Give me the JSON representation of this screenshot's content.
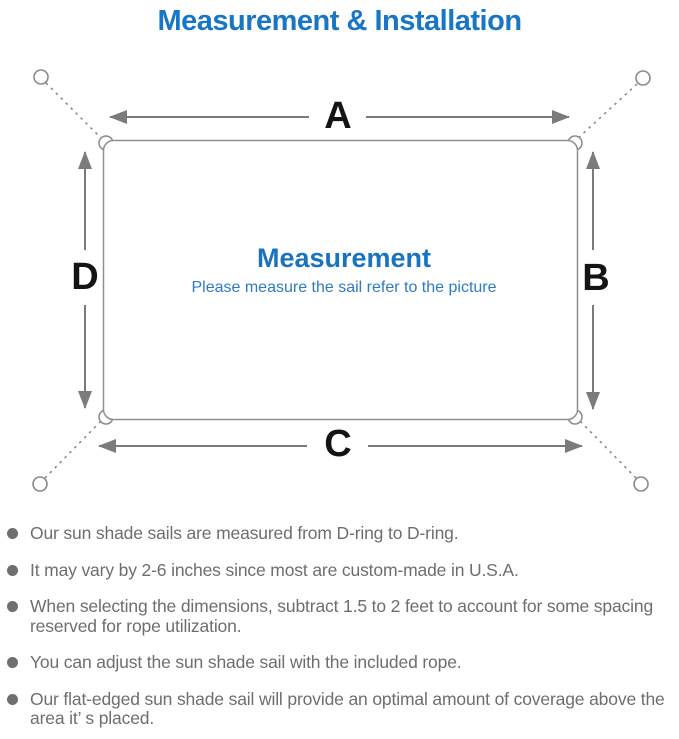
{
  "title": "Measurement & Installation",
  "diagram": {
    "labels": {
      "top": "A",
      "right": "B",
      "bottom": "C",
      "left": "D"
    },
    "center_heading": "Measurement",
    "center_subtitle": "Please measure the sail refer to the picture"
  },
  "colors": {
    "title_blue": "#1976c5",
    "heading_blue": "#1a73be",
    "subtitle_blue": "#2e7cc3",
    "line_gray": "#7b7b7b",
    "outline_gray": "#8a8a8a",
    "text_gray": "#6e6e6e",
    "label_black": "#141414"
  },
  "bullets": [
    "Our sun shade sails are measured from D-ring to D-ring.",
    "It may vary by 2-6 inches since most are custom-made in U.S.A.",
    "When selecting the dimensions, subtract 1.5 to 2 feet to account for some spacing reserved for rope utilization.",
    "You can adjust the sun shade sail with the included rope.",
    "Our flat-edged sun shade sail will provide an optimal amount of coverage above the area it’ s placed."
  ]
}
